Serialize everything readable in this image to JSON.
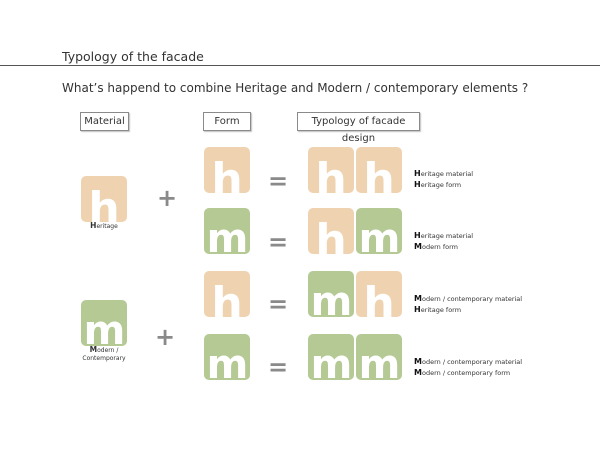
{
  "header": {
    "title": "Typology of the facade",
    "question": "What’s happend to combine Heritage and Modern / contemporary elements ?"
  },
  "columns": {
    "material": "Material",
    "form": "Form",
    "typology": "Typology of facade design"
  },
  "colors": {
    "heritage": "#efd3b1",
    "modern": "#b5c994",
    "operator": "#8a8a8a"
  },
  "operators": {
    "plus": "+",
    "equals": "="
  },
  "sources": [
    {
      "letter": "h",
      "label_initial": "H",
      "label_rest": "eritage",
      "label_line2": ""
    },
    {
      "letter": "m",
      "label_initial": "M",
      "label_rest": "odern /",
      "label_line2": "Contemporary"
    }
  ],
  "rows": [
    {
      "form_letter": "h",
      "result": [
        "h",
        "h"
      ],
      "line1_initial": "H",
      "line1_rest": "eritage  material",
      "line2_initial": "H",
      "line2_rest": "eritage  form"
    },
    {
      "form_letter": "m",
      "result": [
        "h",
        "m"
      ],
      "line1_initial": "H",
      "line1_rest": "eritage  material",
      "line2_initial": "M",
      "line2_rest": "odern  form"
    },
    {
      "form_letter": "h",
      "result": [
        "m",
        "h"
      ],
      "line1_initial": "M",
      "line1_rest": "odern / contemporary material",
      "line2_initial": "H",
      "line2_rest": "eritage  form"
    },
    {
      "form_letter": "m",
      "result": [
        "m",
        "m"
      ],
      "line1_initial": "M",
      "line1_rest": "odern / contemporary material",
      "line2_initial": "M",
      "line2_rest": "odern / contemporary  form"
    }
  ]
}
